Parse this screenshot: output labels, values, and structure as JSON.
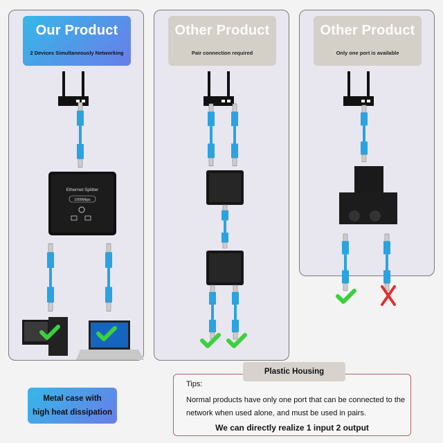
{
  "panels": [
    {
      "title": "Our Product",
      "subtitle": "2 Devices Simultaneously Networking"
    },
    {
      "title": "Other Product",
      "subtitle": "Pair connection required"
    },
    {
      "title": "Other Product",
      "subtitle": "Only one port is available"
    }
  ],
  "splitter": {
    "name": "Ethernet Splitter",
    "speed": "1000Mbps"
  },
  "feature": {
    "line1": "Metal case with",
    "line2": "high heat dissipation"
  },
  "tips": {
    "tag": "Plastic Housing",
    "heading": "Tips:",
    "body": "Normal products have only one port that can be connected to the network when used alone, and must be used in pairs.",
    "conclusion": "We can directly realize 1 input 2 output"
  },
  "colors": {
    "accent_blue": "#35b8e8",
    "cable": "#2aa3e0",
    "check": "#3bd13b",
    "cross": "#e03030"
  }
}
